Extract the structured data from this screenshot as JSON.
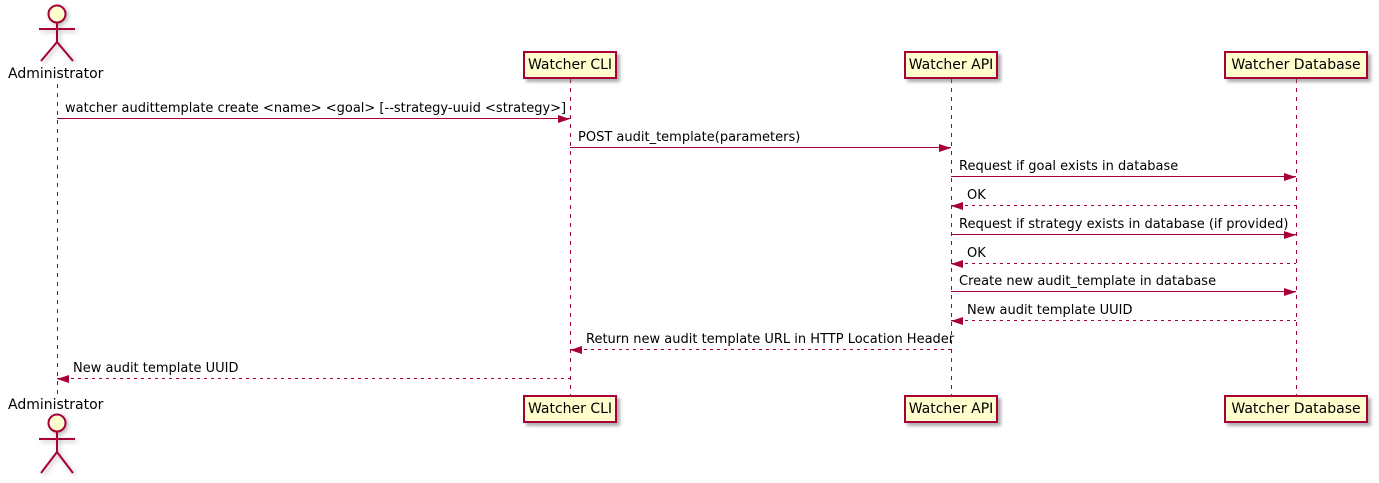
{
  "diagram": {
    "type": "uml-sequence",
    "colors": {
      "accent": "#A80036",
      "participant_fill": "#FEFECE",
      "text": "#000000",
      "background": "#FFFFFF"
    },
    "actor": {
      "label": "Administrator"
    },
    "participants": [
      {
        "label": "Watcher CLI"
      },
      {
        "label": "Watcher API"
      },
      {
        "label": "Watcher Database"
      }
    ],
    "messages": [
      {
        "from": "Administrator",
        "to": "Watcher CLI",
        "text": "watcher audittemplate create <name> <goal> [--strategy-uuid <strategy>]",
        "line": "solid"
      },
      {
        "from": "Watcher CLI",
        "to": "Watcher API",
        "text": "POST audit_template(parameters)",
        "line": "solid"
      },
      {
        "from": "Watcher API",
        "to": "Watcher Database",
        "text": "Request if goal exists in database",
        "line": "solid"
      },
      {
        "from": "Watcher Database",
        "to": "Watcher API",
        "text": "OK",
        "line": "dashed"
      },
      {
        "from": "Watcher API",
        "to": "Watcher Database",
        "text": "Request if strategy exists in database (if provided)",
        "line": "solid"
      },
      {
        "from": "Watcher Database",
        "to": "Watcher API",
        "text": "OK",
        "line": "dashed"
      },
      {
        "from": "Watcher API",
        "to": "Watcher Database",
        "text": "Create new audit_template in database",
        "line": "solid"
      },
      {
        "from": "Watcher Database",
        "to": "Watcher API",
        "text": "New audit template UUID",
        "line": "dashed"
      },
      {
        "from": "Watcher API",
        "to": "Watcher CLI",
        "text": "Return new audit template URL in HTTP Location Header",
        "line": "dashed"
      },
      {
        "from": "Watcher CLI",
        "to": "Administrator",
        "text": "New audit template UUID",
        "line": "dashed"
      }
    ]
  }
}
